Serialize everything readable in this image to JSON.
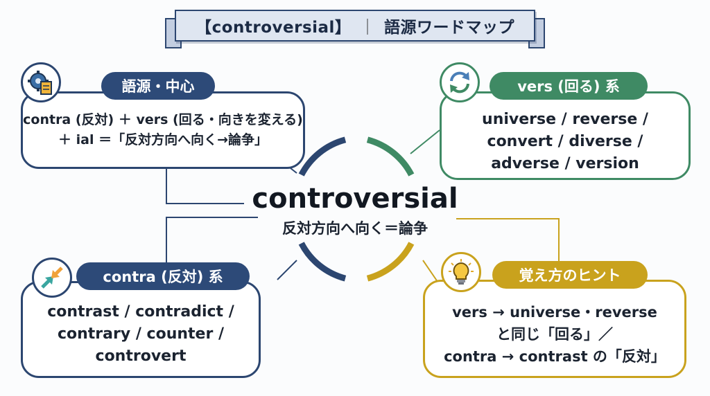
{
  "title": {
    "word": "【controversial】",
    "separator": "｜",
    "subtitle": "語源ワードマップ"
  },
  "center": {
    "word": "controversial",
    "meaning": "反対方向へ向く＝論争"
  },
  "panels": {
    "origin": {
      "label": "語源・中心",
      "icon": "gear-document-icon",
      "line1": "contra (反対) ＋ vers (回る・向きを変える)",
      "line2": "＋ ial ＝「反対方向へ向く→論争」"
    },
    "vers": {
      "label": "vers (回る) 系",
      "icon": "rotate-arrows-icon",
      "lines": [
        "universe / reverse /",
        "convert / diverse /",
        "adverse / version"
      ]
    },
    "contra": {
      "label": "contra (反対) 系",
      "icon": "opposing-arrows-icon",
      "lines": [
        "contrast / contradict /",
        "contrary / counter /",
        "controvert"
      ]
    },
    "hint": {
      "label": "覚え方のヒント",
      "icon": "lightbulb-icon",
      "lines": [
        "vers → universe・reverse",
        "と同じ「回る」／",
        "contra → contrast の「反対」"
      ]
    }
  },
  "colors": {
    "navy": "#2c4670",
    "green": "#3f8a64",
    "gold": "#c9a21d"
  }
}
